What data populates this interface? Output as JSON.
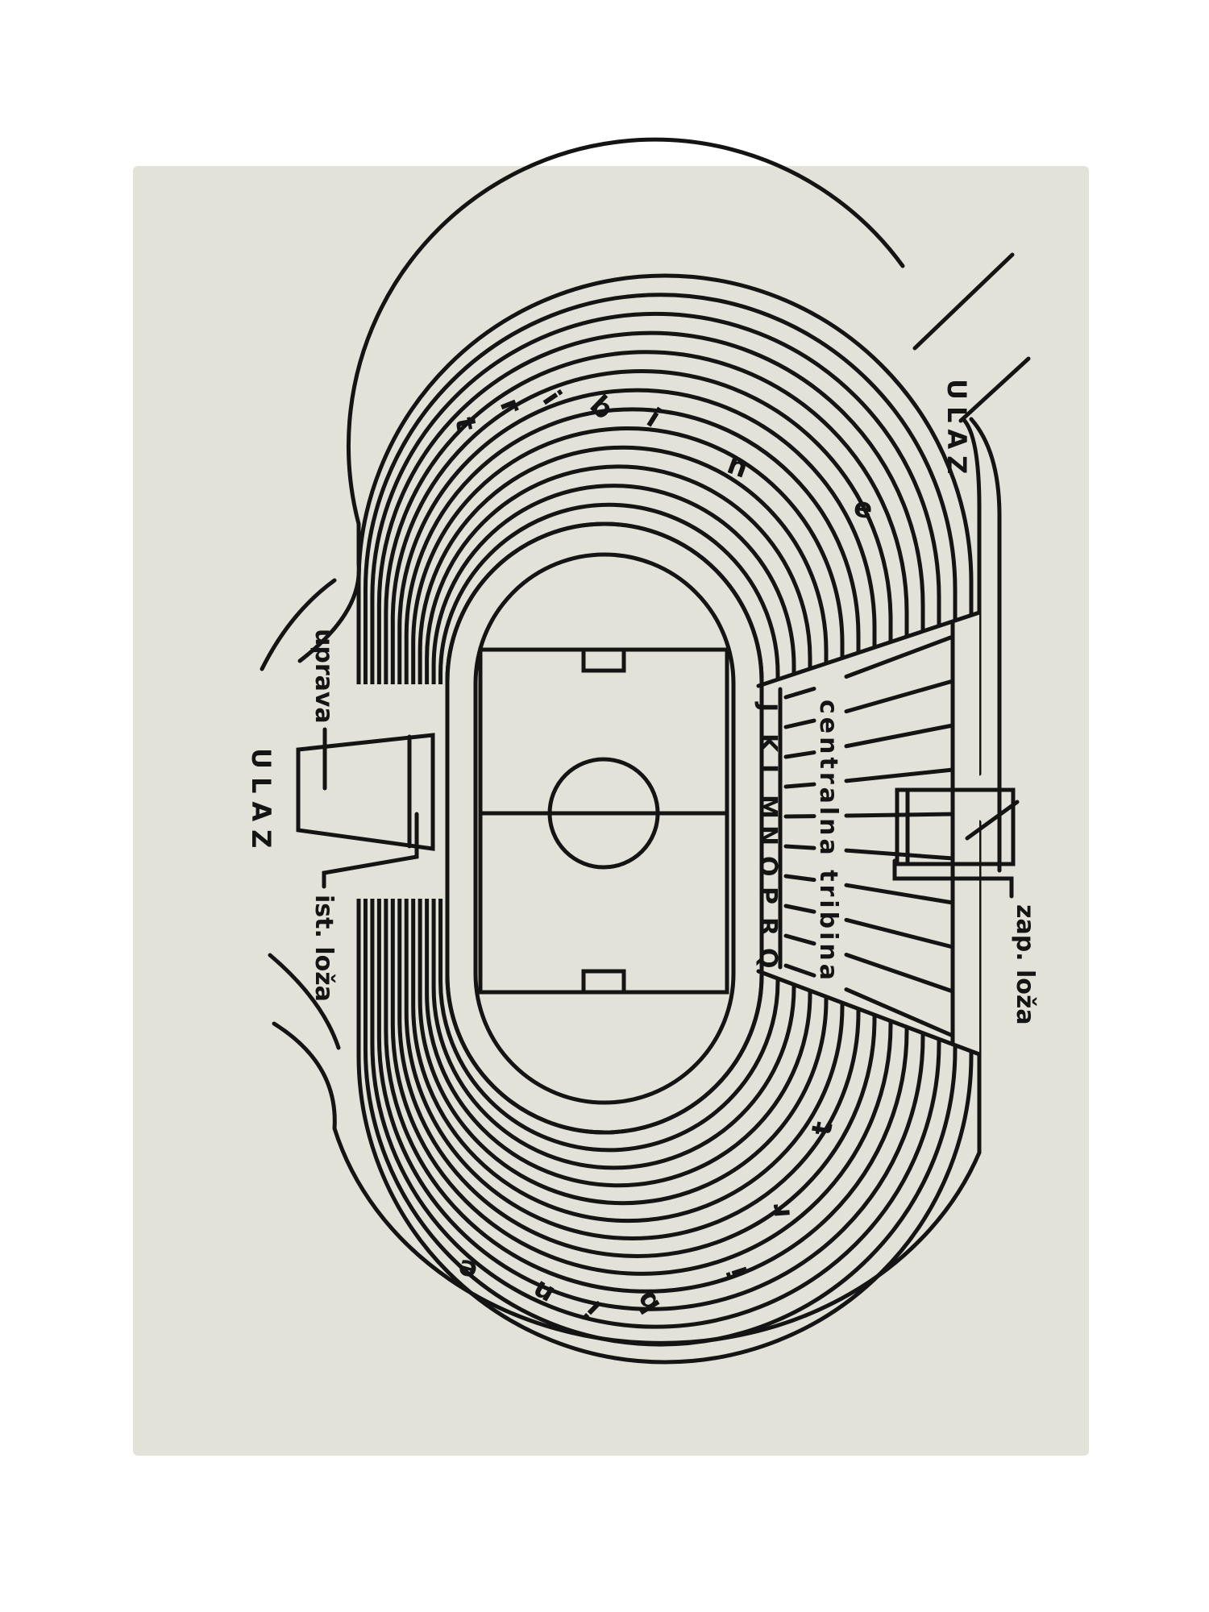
{
  "diagram": {
    "type": "stadium seating plan",
    "colors": {
      "paper": "#e3e2d8",
      "ink": "#141414",
      "background": "#ffffff"
    },
    "stands_label_top": [
      "t",
      "r",
      "i",
      "b",
      "i",
      "n",
      "e"
    ],
    "stands_label_bottom": [
      "t",
      "r",
      "i",
      "b",
      "i",
      "n",
      "e"
    ],
    "central_stand_label": "centralna tribina",
    "sector_letters": [
      "J",
      "K",
      "L",
      "M",
      "N",
      "O",
      "P",
      "R",
      "Q"
    ],
    "west_box_label": "zap. loža",
    "east_box_label": "ist. loža",
    "administration_label": "uprava",
    "entrance_left_label": "ULAZ",
    "entrance_top_right_label": "ULAZ"
  }
}
